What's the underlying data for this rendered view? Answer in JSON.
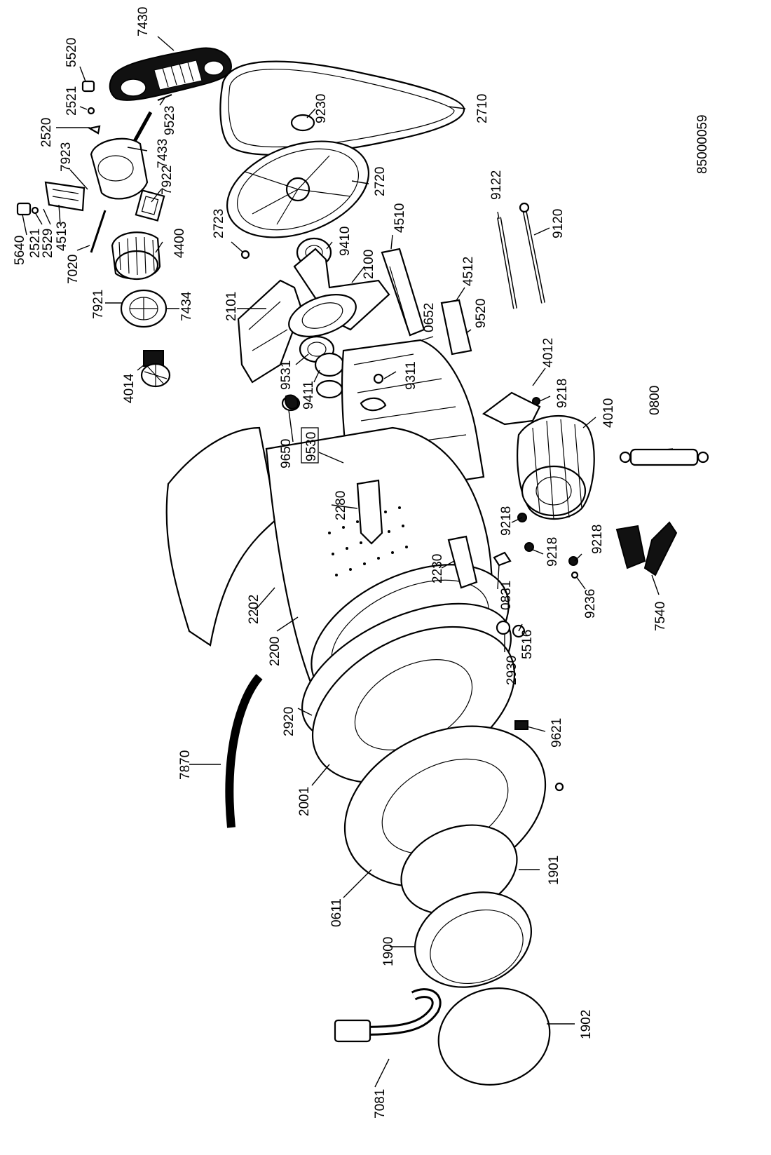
{
  "drawing_number": "85000059",
  "callouts": {
    "p7430": "7430",
    "p5520": "5520",
    "p2521a": "2521",
    "p9523": "9523",
    "p2520": "2520",
    "p7923": "7923",
    "p7433": "7433",
    "p7922": "7922",
    "p5640": "5640",
    "p2521b": "2521",
    "p2529": "2529",
    "p4513": "4513",
    "p7020": "7020",
    "p4400": "4400",
    "p7921": "7921",
    "p7434": "7434",
    "p4014": "4014",
    "p9230": "9230",
    "p2710": "2710",
    "p2720": "2720",
    "p2723": "2723",
    "p9410": "9410",
    "p4510": "4510",
    "p2100": "2100",
    "p2101": "2101",
    "p9122": "9122",
    "p9120": "9120",
    "p4512": "4512",
    "p9520": "9520",
    "p0652": "0652",
    "p9531": "9531",
    "p9411": "9411",
    "p9311": "9311",
    "p4012": "4012",
    "p9218a": "9218",
    "p4010": "4010",
    "p0800": "0800",
    "p9650": "9650",
    "p9530": "9530",
    "p2280": "2280",
    "p9218b": "9218",
    "p9218c": "9218",
    "p9218d": "9218",
    "p2230": "2230",
    "p0831": "0831",
    "p9236": "9236",
    "p7540": "7540",
    "p2202": "2202",
    "p2200": "2200",
    "p2930": "2930",
    "p5516": "5516",
    "p2920": "2920",
    "p9621": "9621",
    "p7870": "7870",
    "p2001": "2001",
    "p1901": "1901",
    "p0611": "0611",
    "p1900": "1900",
    "p1902": "1902",
    "p7081": "7081"
  }
}
